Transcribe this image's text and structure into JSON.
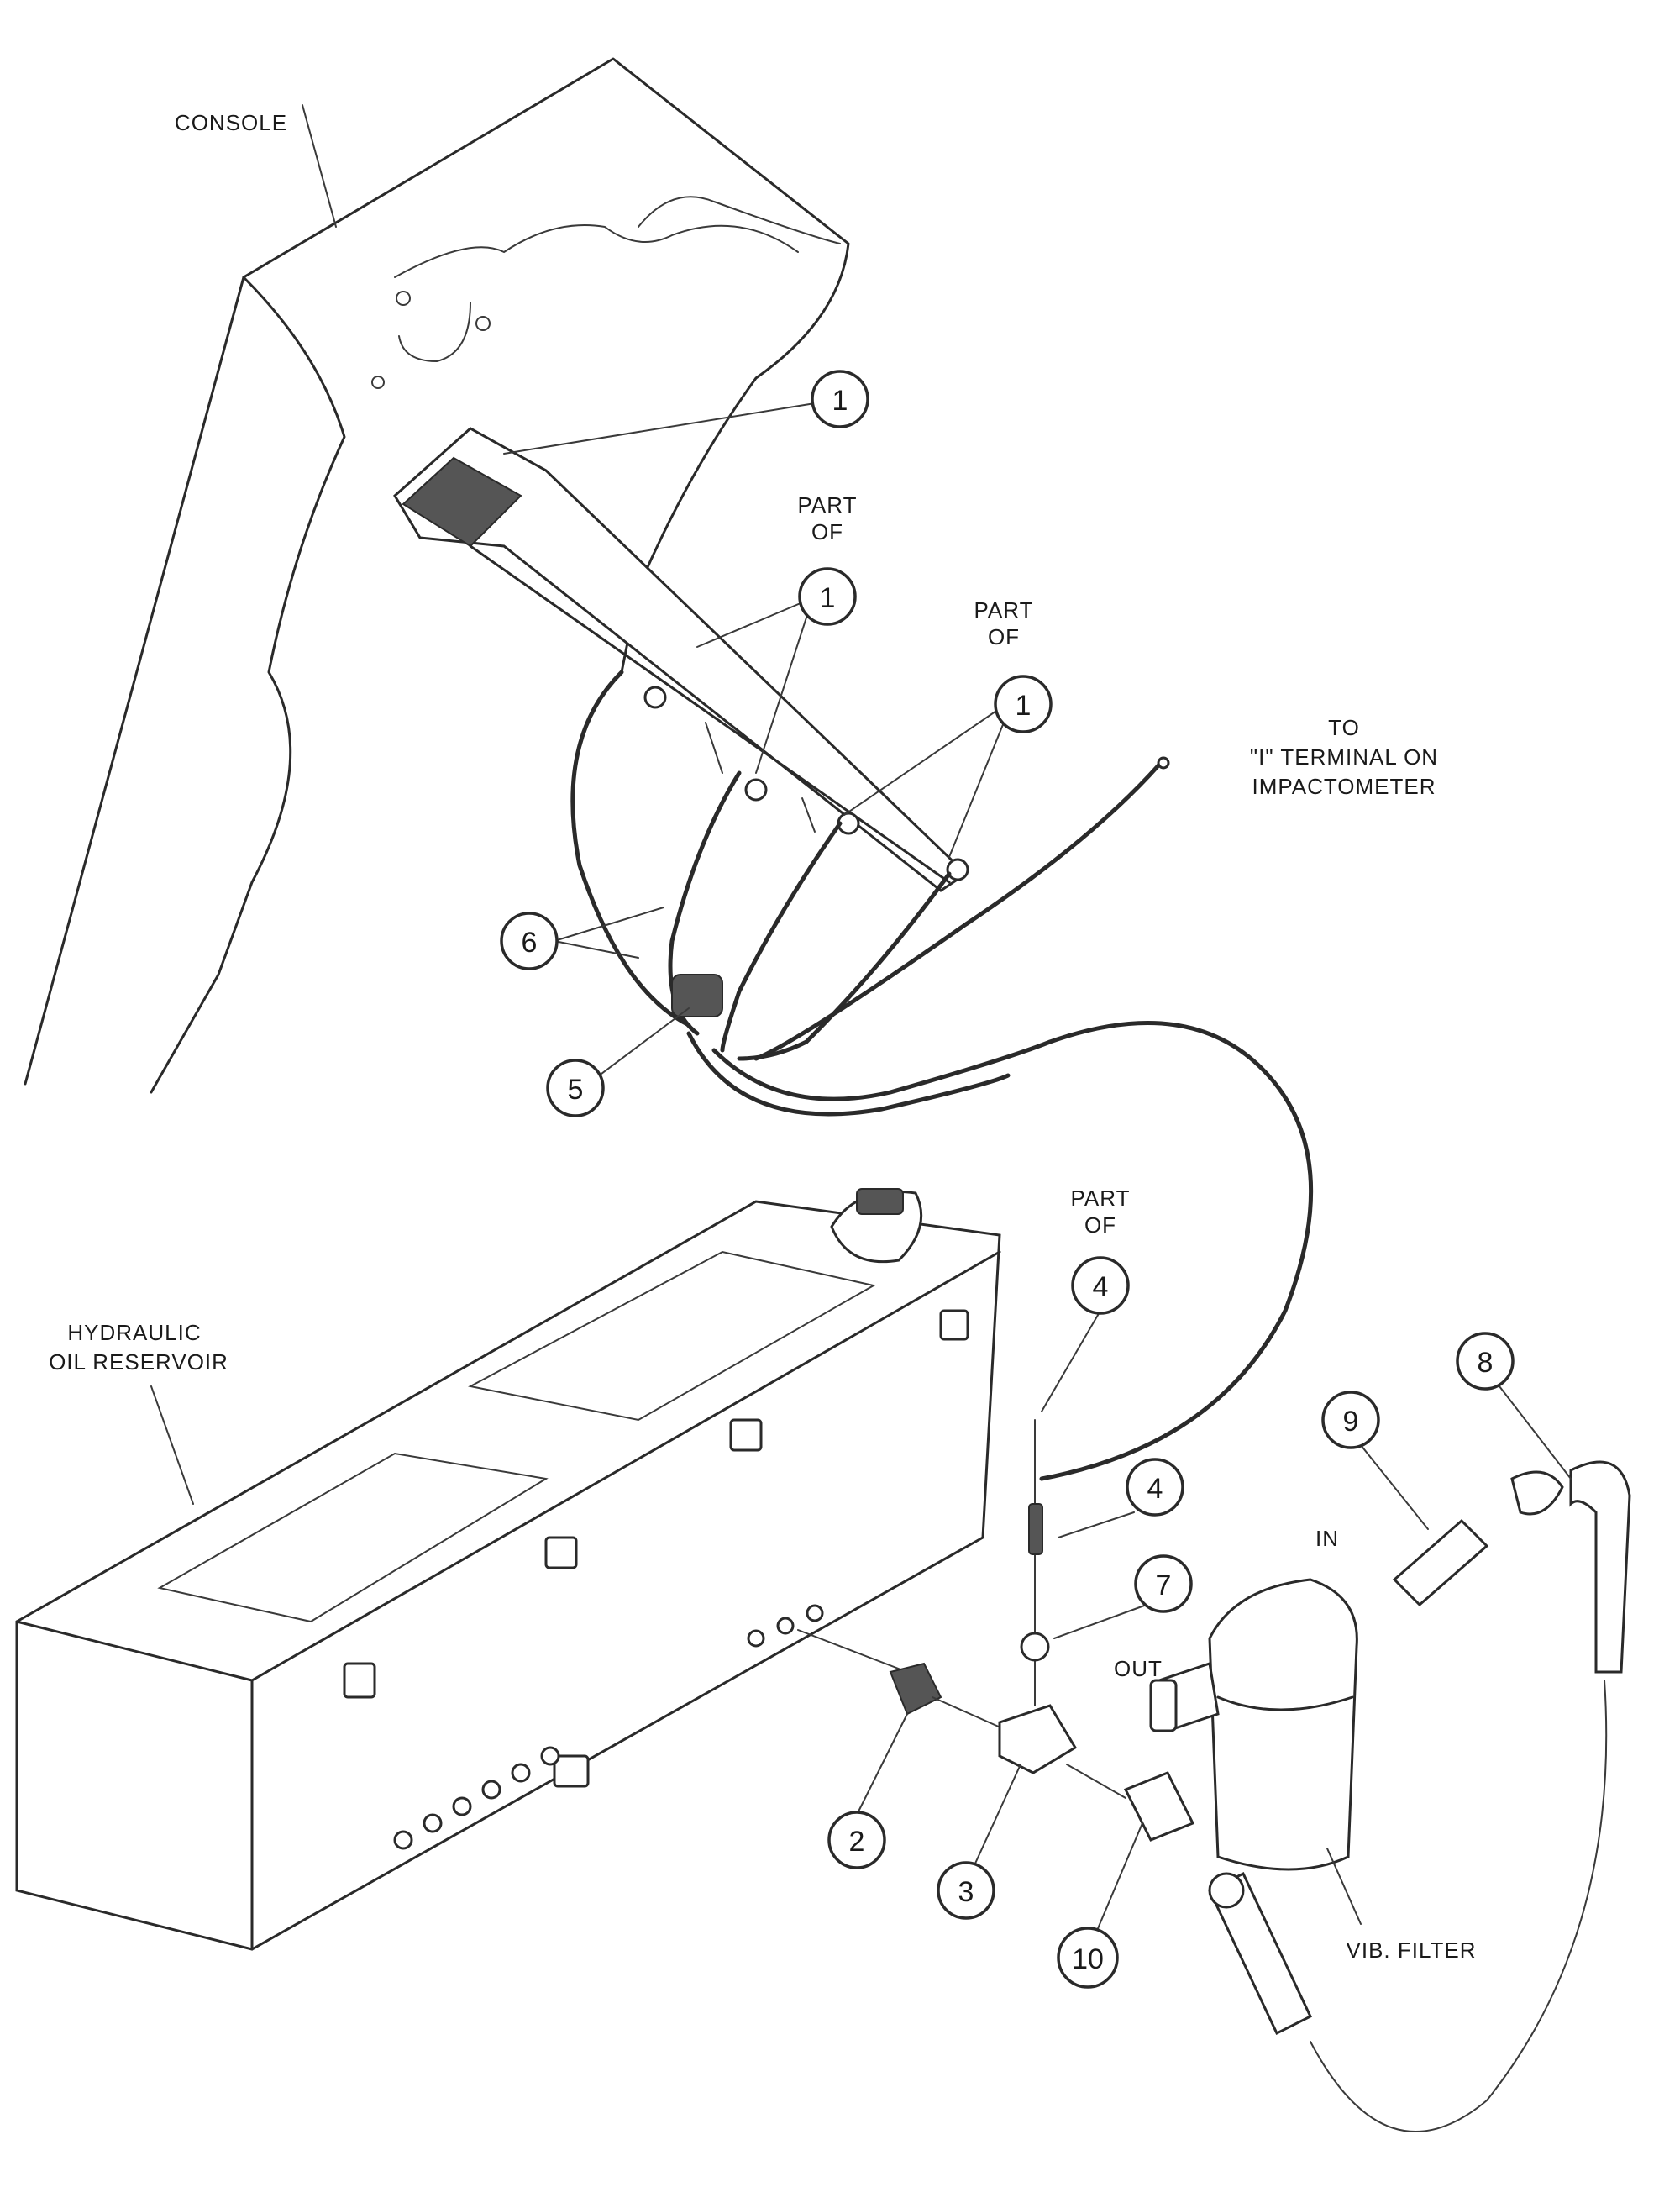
{
  "labels": {
    "console": "CONSOLE",
    "part_of": [
      "PART",
      "OF"
    ],
    "to_terminal": [
      "TO",
      "\"I\" TERMINAL ON",
      "IMPACTOMETER"
    ],
    "reservoir": [
      "HYDRAULIC",
      "OIL RESERVOIR"
    ],
    "in": "IN",
    "out": "OUT",
    "vib_filter": "VIB. FILTER"
  },
  "callouts": [
    "1",
    "1",
    "1",
    "6",
    "5",
    "4",
    "4",
    "7",
    "2",
    "3",
    "10",
    "9",
    "8"
  ]
}
